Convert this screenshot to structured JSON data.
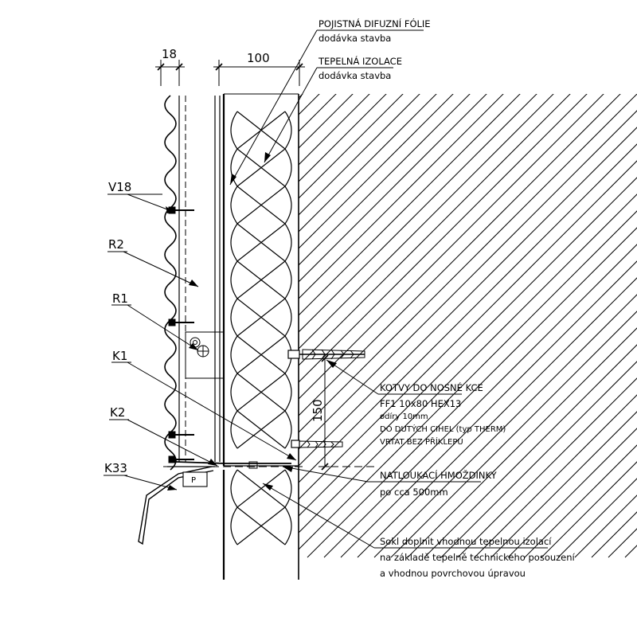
{
  "labels": {
    "dim_18": "18",
    "dim_100": "100",
    "dim_150": "150",
    "v18": "V18",
    "r2": "R2",
    "r1": "R1",
    "k1": "K1",
    "k2": "K2",
    "k33": "K33",
    "p_mark": "P"
  },
  "notes": {
    "foil_title": "POJISTNÁ DIFUZNÍ FÓLIE",
    "foil_sub": "dodávka stavba",
    "insul_title": "TEPELNÁ IZOLACE",
    "insul_sub": "dodávka stavba",
    "anchors_title": "KOTVY DO NOSNÉ KCE",
    "anchors_spec": "FF1 10x80 HEX13",
    "anchors_hole": "ødíry 10mm",
    "anchors_brick": "DO DUTÝCH CIHEL (typ THERM)",
    "anchors_drill": "VRTAT BEZ PŘÍKLEPU",
    "dowels_title": "NATLOUKACÍ HMOŽDINKY",
    "dowels_spacing": "po cca 500mm",
    "sokl_1": "Sokl doplnit vhodnou tepelnou izolací",
    "sokl_2": "na základě tepelně technického posouzení",
    "sokl_3": "a vhodnou povrchovou úpravou"
  }
}
